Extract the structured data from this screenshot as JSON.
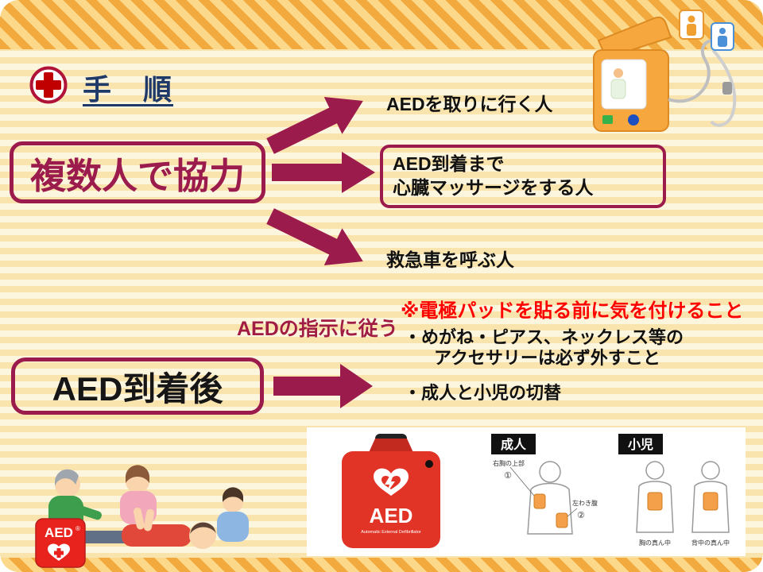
{
  "slide": {
    "title": "手　順"
  },
  "cooperation": {
    "box_label": "複数人で協力",
    "branch_fetch": "AEDを取りに行く人",
    "branch_cpr_line1": "AED到着まで",
    "branch_cpr_line2": "心臓マッサージをする人",
    "branch_call": "救急車を呼ぶ人"
  },
  "arrival": {
    "box_label": "AED到着後",
    "follow_label": "AEDの指示に従う",
    "warning": "※電極パッドを貼る前に気を付けること",
    "bullet_accessories_line1": "・めがね・ピアス、ネックレス等の",
    "bullet_accessories_line2": "アクセサリーは必ず外すこと",
    "bullet_switch": "・成人と小児の切替"
  },
  "aed_case": {
    "label": "AED",
    "sublabel": "Automatic External Defibrillator"
  },
  "mini_aed": {
    "label": "AED",
    "registered_mark": "®"
  },
  "pads": {
    "adult_header": "成人",
    "child_header": "小児",
    "adult_pad1_label": "右胸の上部",
    "adult_pad1_num": "①",
    "adult_pad2_label": "左わき腹",
    "adult_pad2_num": "②",
    "child_front_label": "胸の真ん中",
    "child_back_label": "背中の真ん中"
  },
  "colors": {
    "maroon": "#9b1b4d",
    "title_blue": "#1f3a68",
    "warning_red": "#ff0000",
    "cross_red": "#c00000",
    "band_orange": "#f2a93e",
    "stripe_yellow": "#f9e4ae",
    "stripe_cream": "#fdf6df",
    "aed_case_red": "#e23327"
  }
}
